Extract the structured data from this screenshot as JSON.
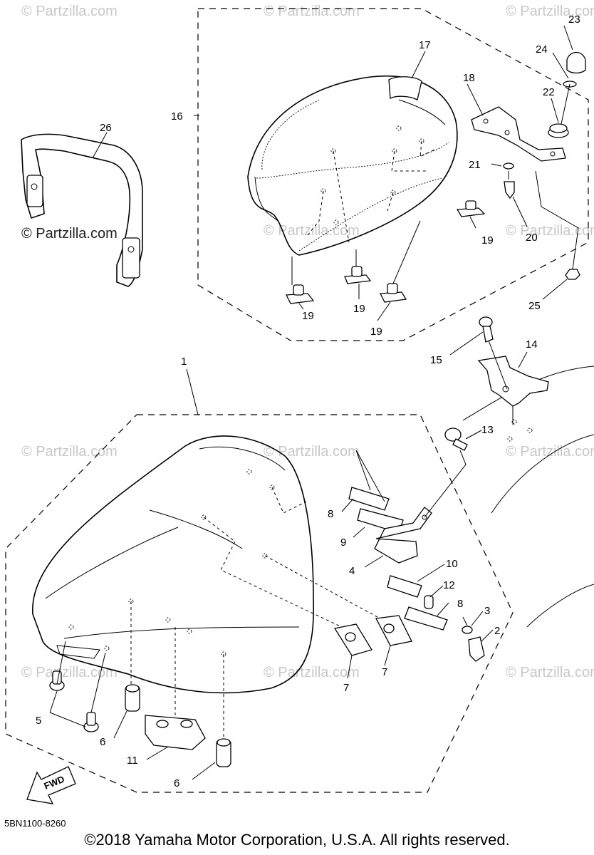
{
  "watermarks": {
    "prominent": "© Partzilla.com",
    "faint": "© Partzilla.com"
  },
  "callouts": {
    "c1": "1",
    "c2": "2",
    "c3": "3",
    "c4": "4",
    "c5": "5",
    "c6a": "6",
    "c6b": "6",
    "c7a": "7",
    "c7b": "7",
    "c8a": "8",
    "c8b": "8",
    "c9": "9",
    "c10": "10",
    "c11": "11",
    "c12": "12",
    "c13": "13",
    "c14": "14",
    "c15": "15",
    "c16": "16",
    "c17": "17",
    "c18": "18",
    "c19a": "19",
    "c19b": "19",
    "c19c": "19",
    "c19d": "19",
    "c20": "20",
    "c21": "21",
    "c22": "22",
    "c23": "23",
    "c24": "24",
    "c25": "25",
    "c26": "26"
  },
  "fwd_label": "FWD",
  "diagram_code": "5BN1100-8260",
  "copyright": "©2018 Yamaha Motor Corporation, U.S.A. All rights reserved."
}
